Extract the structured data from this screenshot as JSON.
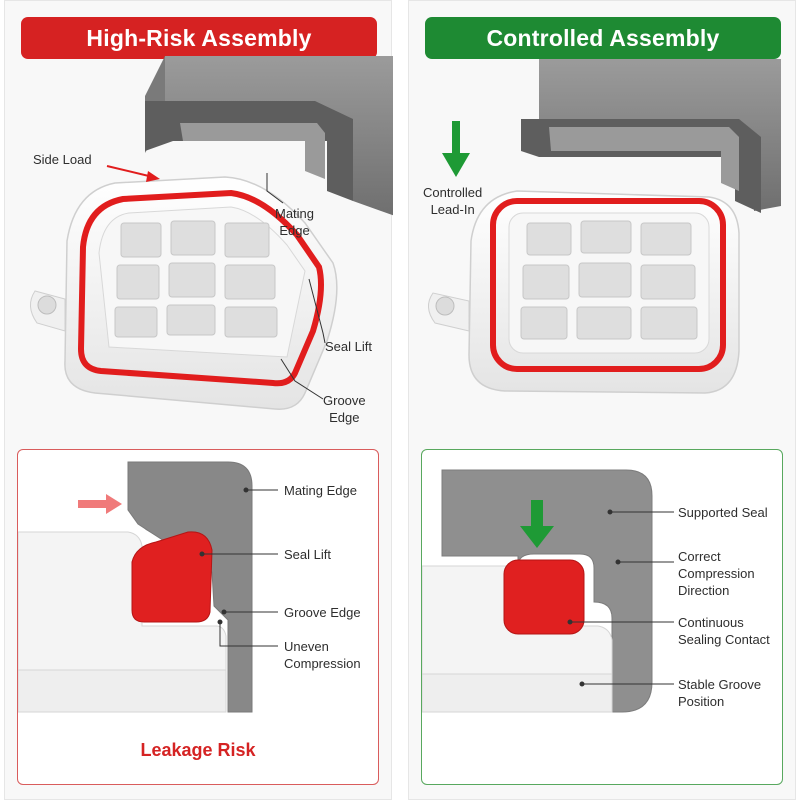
{
  "left": {
    "banner": "High-Risk Assembly",
    "top_labels": {
      "side_load": "Side Load",
      "mating_edge": "Mating\nEdge",
      "seal_lift": "Seal Lift",
      "groove_edge": "Groove\nEdge"
    },
    "detail_labels": {
      "mating_edge": "Mating Edge",
      "seal_lift": "Seal Lift",
      "groove_edge": "Groove Edge",
      "uneven_compression": "Uneven\nCompression"
    },
    "leakage": "Leakage Risk"
  },
  "right": {
    "banner": "Controlled Assembly",
    "top_labels": {
      "controlled_lead_in": "Controlled\nLead-In"
    },
    "detail_labels": {
      "supported_seal": "Supported Seal",
      "correct_direction": "Correct\nCompression\nDirection",
      "continuous_contact": "Continuous\nSealing Contact",
      "stable_groove": "Stable Groove\nPosition"
    }
  },
  "colors": {
    "risk_red": "#d62222",
    "ok_green": "#1e8a33",
    "seal_red": "#e02020",
    "housing_gray": "#8a8a8a"
  }
}
